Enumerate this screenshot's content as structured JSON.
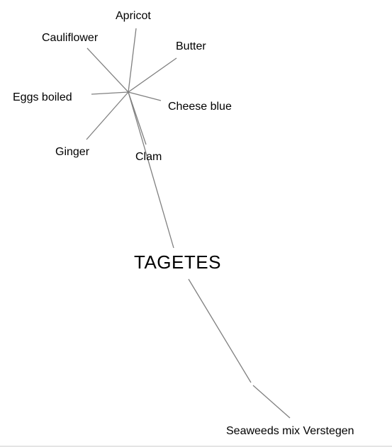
{
  "diagram": {
    "center": {
      "label": "TAGETES"
    },
    "hub_children": [
      {
        "id": "apricot",
        "label": "Apricot"
      },
      {
        "id": "cauliflower",
        "label": "Cauliflower"
      },
      {
        "id": "butter",
        "label": "Butter"
      },
      {
        "id": "eggs-boiled",
        "label": "Eggs boiled"
      },
      {
        "id": "cheese-blue",
        "label": "Cheese blue"
      },
      {
        "id": "ginger",
        "label": "Ginger"
      },
      {
        "id": "clam",
        "label": "Clam"
      }
    ],
    "tail": {
      "id": "seaweeds",
      "label": "Seaweeds mix Verstegen"
    }
  },
  "colors": {
    "edge": "#808080",
    "text": "#000000",
    "background": "#ffffff"
  }
}
